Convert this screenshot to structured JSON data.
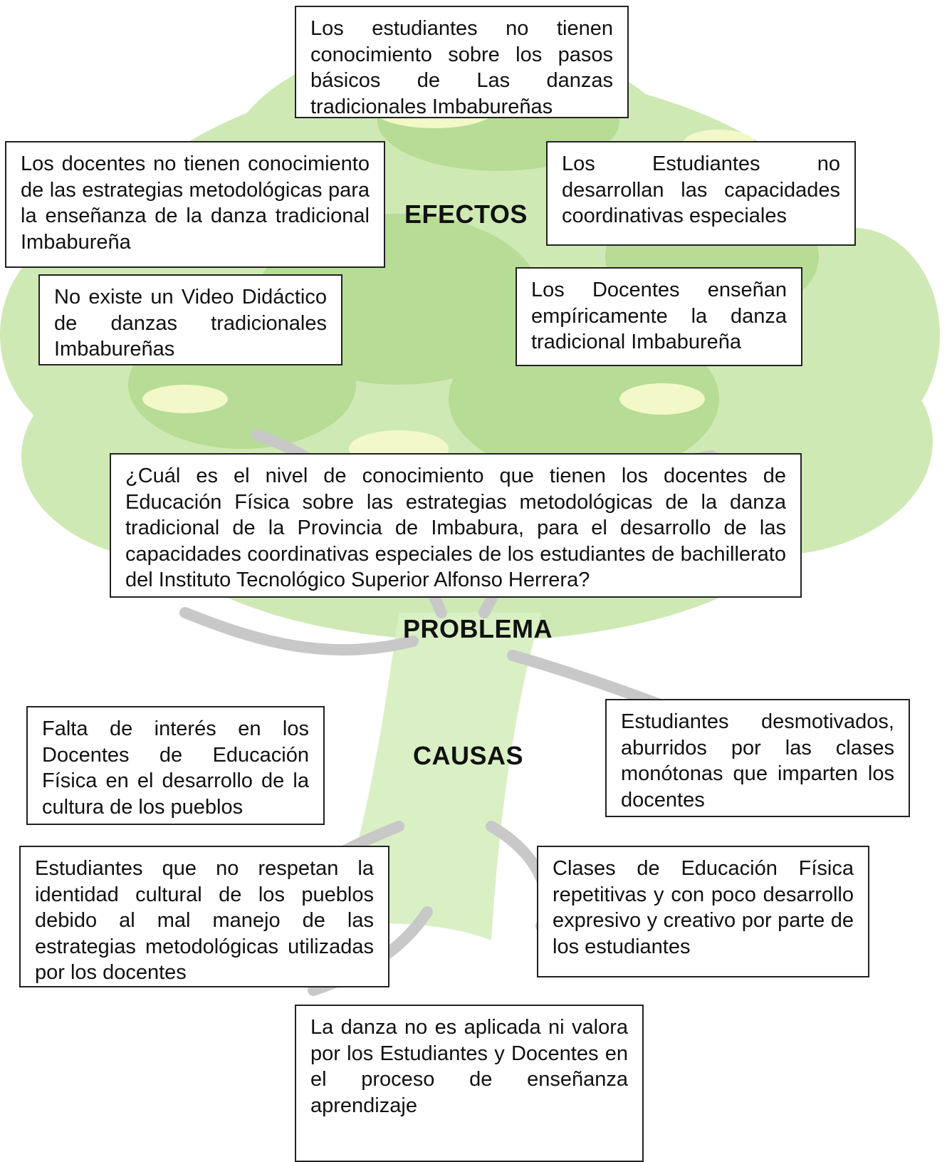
{
  "headings": {
    "efectos": "EFECTOS",
    "problema": "PROBLEMA",
    "causas": "CAUSAS"
  },
  "effects": [
    "Los estudiantes no tienen conocimiento sobre los pasos básicos de Las danzas tradicionales Imbabureñas",
    "Los docentes no tienen conocimiento de las estrategias metodológicas para la enseñanza de la danza tradicional Imbabureña",
    "Los Estudiantes no desarrollan las capacidades coordinativas especiales",
    "No existe un Video Didáctico de danzas tradicionales Imbabureñas",
    "Los Docentes enseñan empíricamente la danza tradicional Imbabureña"
  ],
  "problem": "¿Cuál es el nivel de conocimiento que tienen los docentes de Educación Física sobre las estrategias metodológicas de la danza tradicional de la Provincia de Imbabura, para el desarrollo de las capacidades coordinativas especiales de los estudiantes de bachillerato del Instituto Tecnológico Superior Alfonso Herrera?",
  "causes": [
    "Falta de interés en los Docentes de Educación Física en el desarrollo de la cultura de los pueblos",
    "Estudiantes desmotivados, aburridos por las clases monótonas que imparten los docentes",
    "Estudiantes que no respetan la identidad cultural de los pueblos debido al mal manejo de las estrategias metodológicas utilizadas por los docentes",
    "Clases de Educación Física repetitivas y con poco desarrollo expresivo y creativo por parte de los estudiantes",
    "La danza no es aplicada ni valora por los Estudiantes y Docentes en el proceso de enseñanza aprendizaje"
  ],
  "colors": {
    "foliage_light": "#cfe9b4",
    "foliage_mid": "#b7dc95",
    "foliage_highlight": "#f3f8c9",
    "trunk_light": "#d9f0c4",
    "branch_grey": "#c8c8c8",
    "border": "#222222"
  }
}
